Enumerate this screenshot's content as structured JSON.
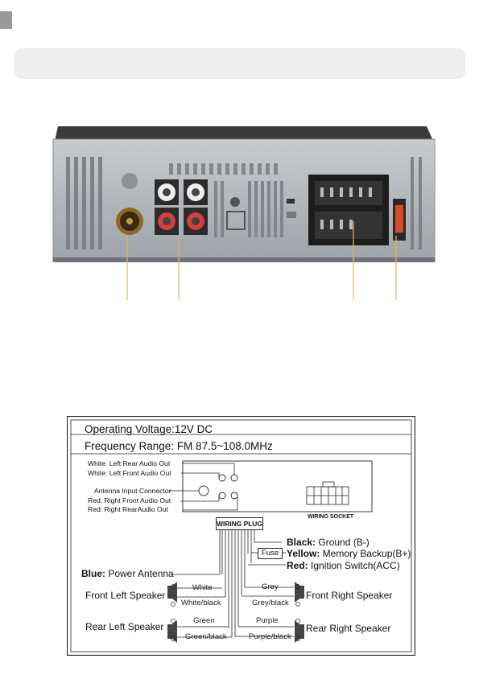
{
  "header": {
    "title": ""
  },
  "specs": {
    "voltage": "Operating Voltage:12V DC",
    "frequency": "Frequency Range: FM 87.5~108.0MHz"
  },
  "connectors": {
    "white_rear": "White: Left Rear Audio Out",
    "white_front": "White: Left Front Audio Out",
    "antenna_input": "Antenna Input Connector",
    "red_front": "Red: Right Front Audio Out",
    "red_rear": "Red: Right RearAudio Out",
    "wiring_socket": "WIRING SOCKET",
    "wiring_plug": "WIRING PLUG"
  },
  "power": {
    "black_label": "Black:",
    "black_desc": " Ground (B-)",
    "fuse": "Fuse",
    "yellow_label": "Yellow:",
    "yellow_desc": " Memory Backup(B+)",
    "red_label": "Red:",
    "red_desc": " Ignition Switch(ACC)",
    "blue_label": "Blue:",
    "blue_desc": " Power Antenna"
  },
  "speakers": {
    "front_left": "Front Left Speaker",
    "front_right": "Front Right Speaker",
    "rear_left": "Rear Left Speaker",
    "rear_right": "Rear Right Speaker",
    "wires": {
      "fl_pos": "White",
      "fl_neg": "White/black",
      "fr_pos": "Grey",
      "fr_neg": "Grey/black",
      "rl_pos": "Green",
      "rl_neg": "Green/black",
      "rr_pos": "Purple",
      "rr_neg": "Purple/black"
    }
  }
}
